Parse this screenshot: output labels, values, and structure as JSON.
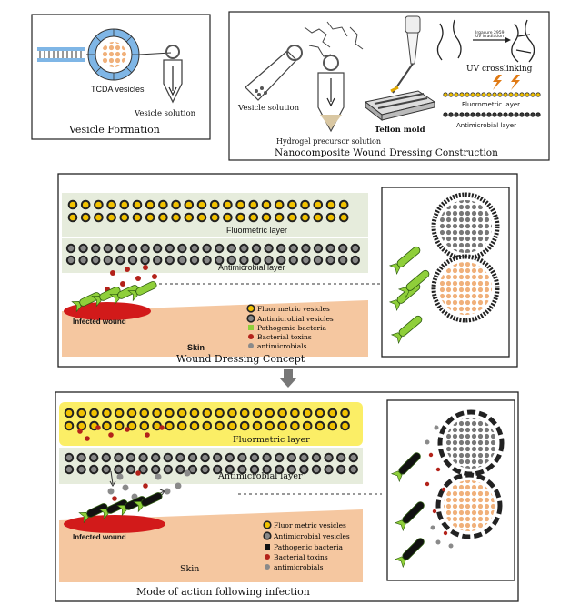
{
  "panel_vesicle": {
    "label_vesicles": "TCDA vesicles",
    "label_solution": "Vesicle solution",
    "caption": "Vesicle Formation"
  },
  "panel_construction": {
    "label_vesicle_solution": "Vesicle solution",
    "label_precursor": "Hydrogel precursor solution",
    "label_mold": "Teflon mold",
    "label_uv": "UV crosslinking",
    "label_fluor": "Fluorometric layer",
    "label_antimicro": "Antimicrobial layer",
    "caption": "Nanocomposite Wound Dressing Construction"
  },
  "panel_concept": {
    "label_fluor": "Fluormetric layer",
    "label_antimicro": "Antimicrobial layer",
    "label_wound": "Infected wound",
    "label_skin": "Skin",
    "legend": [
      "Fluor metric vesicles",
      "Antimicrobial vesicles",
      "Pathogenic bacteria",
      "Bacterial toxins",
      "antimicrobials"
    ],
    "caption": "Wound Dressing Concept"
  },
  "panel_action": {
    "label_fluor": "Fluormetric layer",
    "label_antimicro": "Antimicrobial layer",
    "label_wound": "Infected wound",
    "label_skin": "Skin",
    "legend": [
      "Fluor metric vesicles",
      "Antimicrobial vesicles",
      "Pathogenic bacteria",
      "Bacterial toxins",
      "antimicrobials"
    ],
    "caption": "Mode of action following infection"
  },
  "colors": {
    "yellow_vesicle": "#f2c200",
    "dark_vesicle": "#3a3a3a",
    "peach": "#f5c7a0",
    "pale_green": "#e6ecdc",
    "bright_yellow": "#fbee66",
    "wound_red": "#d21a1a",
    "bacteria_green": "#8fcf3a",
    "toxin_red": "#b3221a",
    "antimicrobial_grey": "#8a8a8a",
    "vesicle_blue": "#7fb6e6"
  }
}
